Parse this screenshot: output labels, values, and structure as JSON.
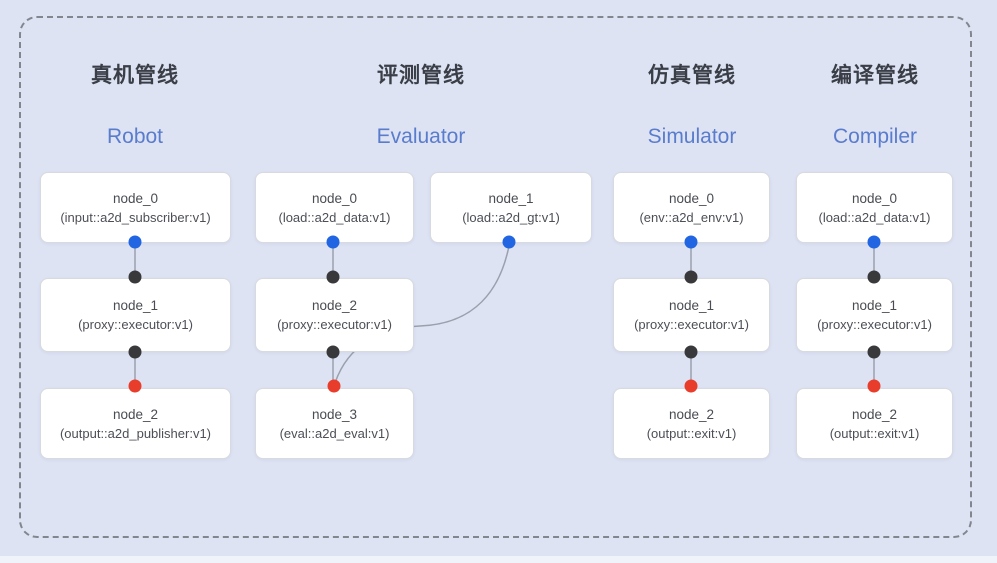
{
  "colors": {
    "background": "#dde3f3",
    "frame_dash": "#82878f",
    "english_title": "#5a7ccd",
    "chinese_title": "#3a3e47",
    "output_port_blue": "#2165e2",
    "proxy_port_dark": "#39393b",
    "input_port_red": "#e93d2c",
    "edge_gray": "#9aa0ac"
  },
  "pipelines": [
    {
      "title_zh": "真机管线",
      "title_en": "Robot",
      "nodes": [
        {
          "name": "node_0",
          "type": "(input::a2d_subscriber:v1)"
        },
        {
          "name": "node_1",
          "type": "(proxy::executor:v1)"
        },
        {
          "name": "node_2",
          "type": "(output::a2d_publisher:v1)"
        }
      ]
    },
    {
      "title_zh": "评测管线",
      "title_en": "Evaluator",
      "nodes": [
        {
          "name": "node_0",
          "type": "(load::a2d_data:v1)"
        },
        {
          "name": "node_1",
          "type": "(load::a2d_gt:v1)"
        },
        {
          "name": "node_2",
          "type": "(proxy::executor:v1)"
        },
        {
          "name": "node_3",
          "type": "(eval::a2d_eval:v1)"
        }
      ]
    },
    {
      "title_zh": "仿真管线",
      "title_en": "Simulator",
      "nodes": [
        {
          "name": "node_0",
          "type": "(env::a2d_env:v1)"
        },
        {
          "name": "node_1",
          "type": "(proxy::executor:v1)"
        },
        {
          "name": "node_2",
          "type": "(output::exit:v1)"
        }
      ]
    },
    {
      "title_zh": "编译管线",
      "title_en": "Compiler",
      "nodes": [
        {
          "name": "node_0",
          "type": "(load::a2d_data:v1)"
        },
        {
          "name": "node_1",
          "type": "(proxy::executor:v1)"
        },
        {
          "name": "node_2",
          "type": "(output::exit:v1)"
        }
      ]
    }
  ]
}
